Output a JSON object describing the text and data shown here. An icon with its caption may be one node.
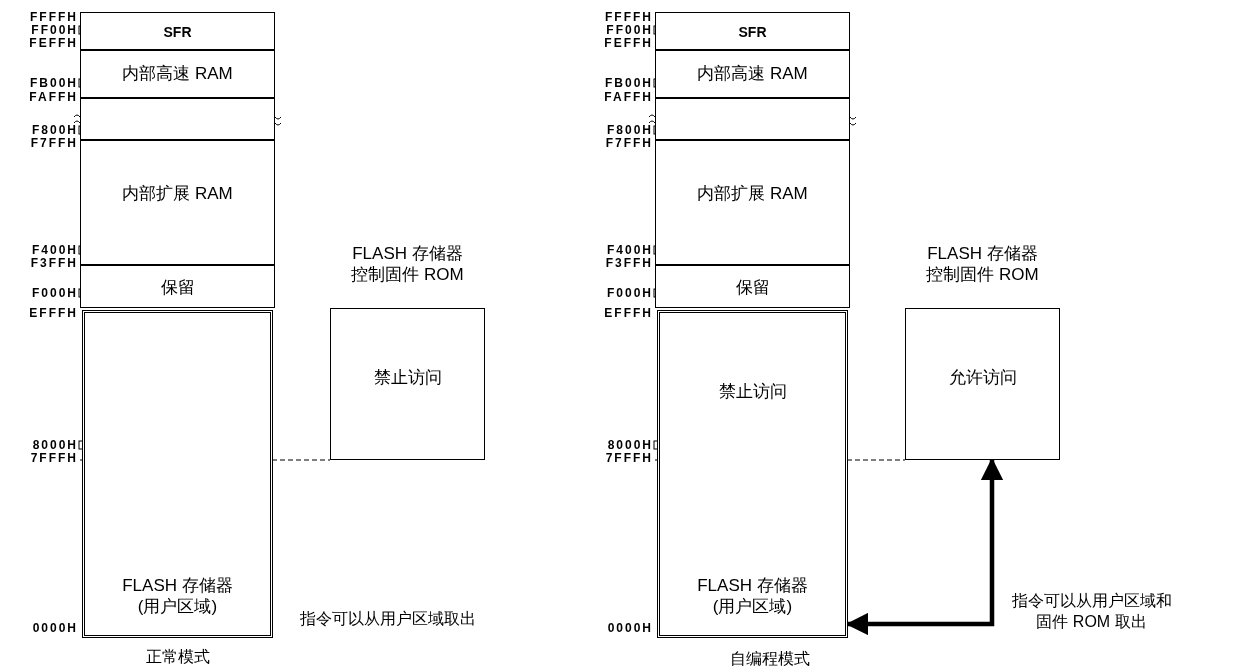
{
  "diagram": {
    "nodes": [
      {
        "text": [
          "SFR"
        ]
      },
      {
        "text": [
          "内部高速 RAM"
        ]
      },
      {
        "text": [],
        "shape": "box"
      },
      {
        "text": [
          "内部扩展 RAM"
        ]
      },
      {
        "text": [
          "保留"
        ]
      },
      {
        "text": [
          "FLASH 存储器 (用户区域)"
        ]
      },
      {
        "text": [
          "FLASH 存储器控制固件 ROM",
          "禁止访问"
        ]
      },
      {
        "text": [
          "SFR"
        ]
      },
      {
        "text": [
          "内部高速 RAM"
        ]
      },
      {
        "text": [],
        "shape": "box"
      },
      {
        "text": [
          "内部扩展 RAM"
        ]
      },
      {
        "text": [
          "保留"
        ]
      },
      {
        "text": [
          "禁止访问",
          "FLASH 存储器 (用户区域)"
        ]
      },
      {
        "text": [
          "FLASH 存储器控制固件 ROM",
          "允许访问"
        ]
      }
    ],
    "edges": [
      {
        "from": 13,
        "to": 12,
        "arrow": "both"
      }
    ],
    "labels": [
      "FFFFH",
      "FF00H",
      "FEFFH",
      "FB00H",
      "FAFFH",
      "F800H",
      "F7FFH",
      "F400H",
      "F3FFH",
      "F000H",
      "EFFFH",
      "8000H",
      "7FFFH",
      "0000H",
      "指令可以从用户区域取出",
      "正常模式",
      "FFFFH",
      "FF00H",
      "FEFFH",
      "FB00H",
      "FAFFH",
      "F800H",
      "F7FFH",
      "F400H",
      "F3FFH",
      "F000H",
      "EFFFH",
      "8000H",
      "7FFFH",
      "0000H",
      "指令可以从用户区域和固件 ROM 取出",
      "自编程模式"
    ]
  }
}
